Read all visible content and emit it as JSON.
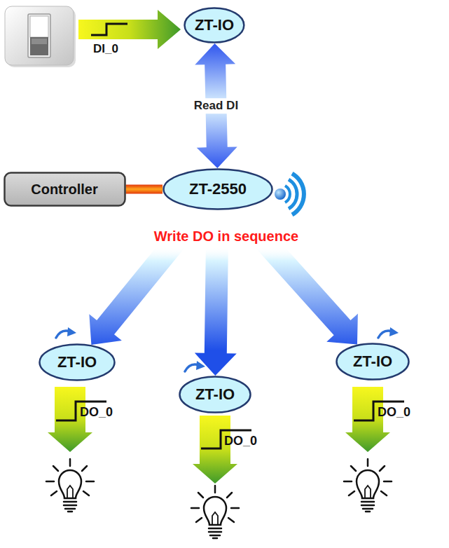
{
  "diagram": {
    "nodes": [
      {
        "text": [
          "ZT-IO"
        ]
      },
      {
        "text": [
          "Controller"
        ]
      },
      {
        "text": [
          "ZT-2550"
        ]
      },
      {
        "text": [
          "ZT-IO"
        ]
      },
      {
        "text": [
          "ZT-IO"
        ]
      },
      {
        "text": [
          "ZT-IO"
        ]
      }
    ],
    "edges": [
      {
        "from": 0,
        "to": 2,
        "arrow": "both",
        "label": "Read DI"
      },
      {
        "from": 1,
        "to": 2,
        "arrow": "none"
      },
      {
        "from": 2,
        "to": 3,
        "arrow": "to"
      },
      {
        "from": 2,
        "to": 4,
        "arrow": "to"
      },
      {
        "from": 2,
        "to": 5,
        "arrow": "to"
      }
    ],
    "labels": [
      "DI_0",
      "Write DO in sequence",
      "DO_0",
      "DO_0",
      "DO_0"
    ]
  }
}
